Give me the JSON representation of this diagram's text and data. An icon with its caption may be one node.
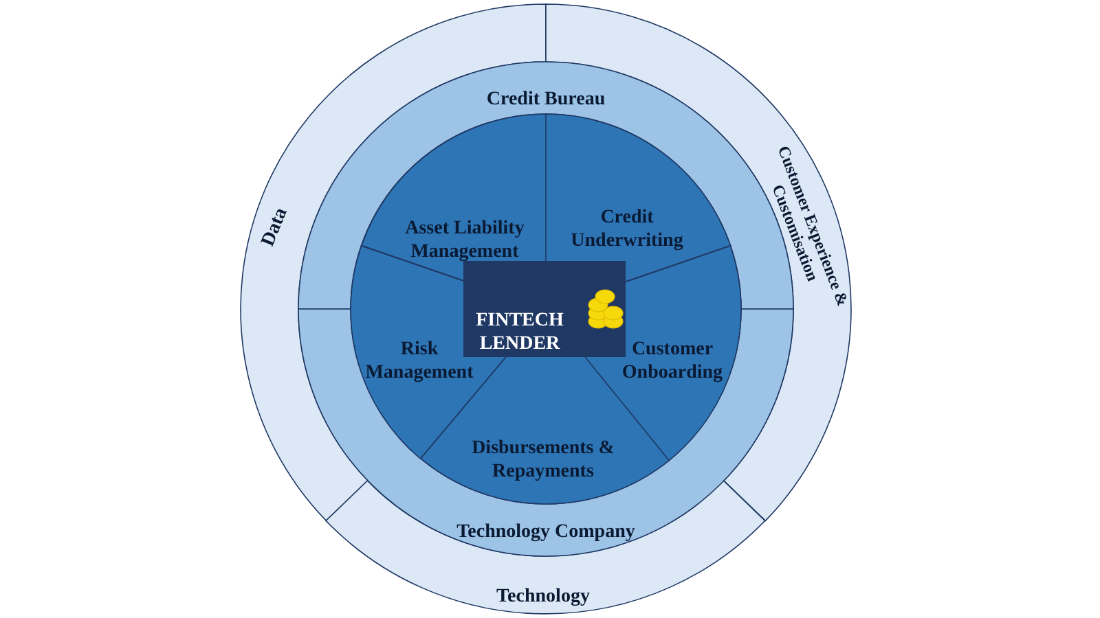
{
  "diagram": {
    "nodes": [
      {
        "text": [
          "Data"
        ]
      },
      {
        "text": [
          "Customer Experience & Customisation"
        ]
      },
      {
        "text": [
          "Technology"
        ]
      },
      {
        "text": [
          "Credit Bureau"
        ]
      },
      {
        "text": [
          "Technology Company"
        ]
      },
      {
        "text": [
          "Asset Liability Management"
        ]
      },
      {
        "text": [
          "Credit Underwriting"
        ]
      },
      {
        "text": [
          "Customer Onboarding"
        ]
      },
      {
        "text": [
          "Disbursements & Repayments"
        ]
      },
      {
        "text": [
          "Risk Management"
        ]
      },
      {
        "text": [
          "FINTECH LENDER"
        ]
      }
    ]
  }
}
